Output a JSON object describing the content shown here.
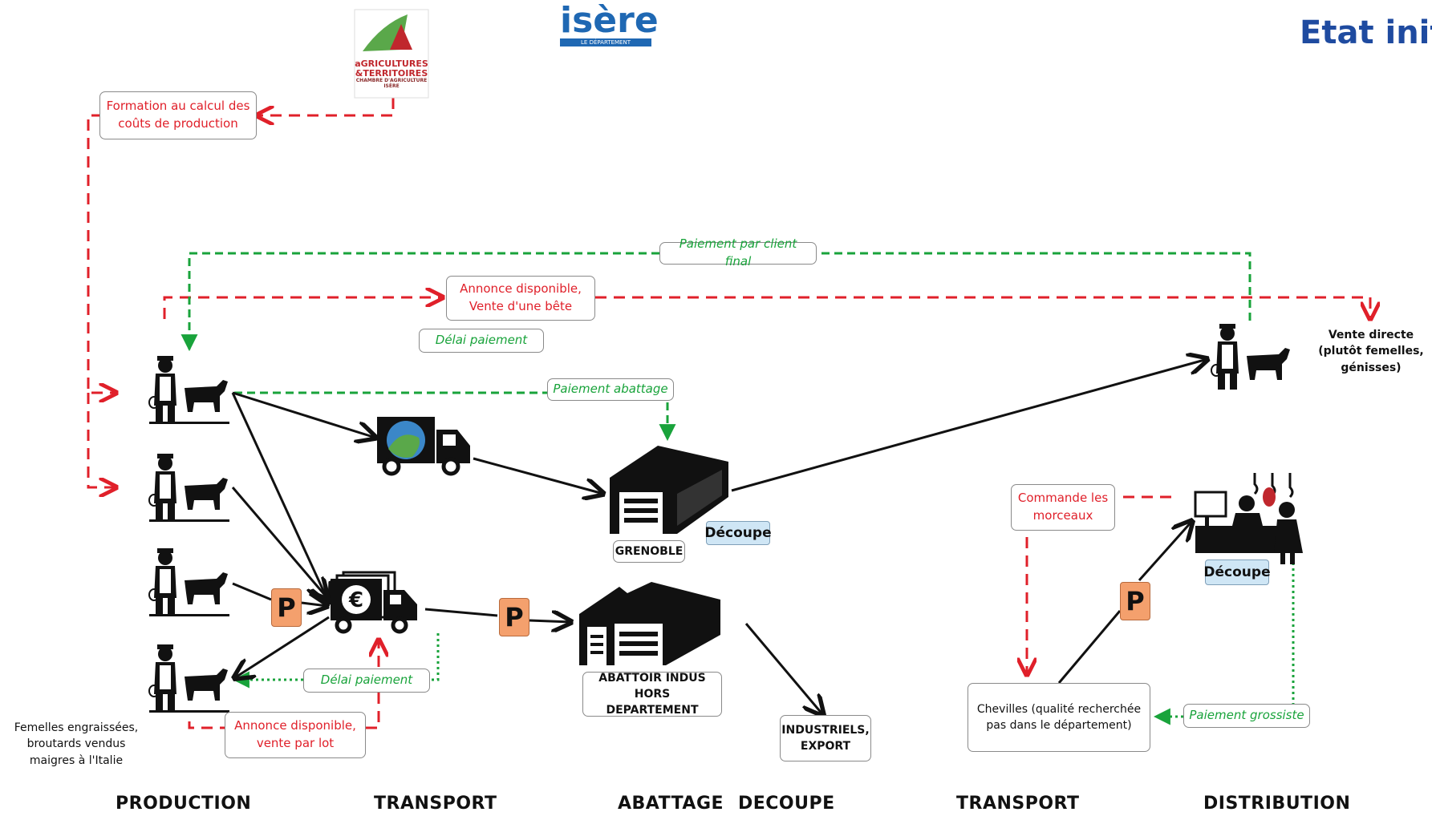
{
  "title": "Etat init",
  "logos": {
    "agriculture": "aGRICULTURES &TERRITOIRES",
    "agriculture_sub": "CHAMBRE D'AGRICULTURE ISÈRE",
    "isere": "isère",
    "isere_sub": "LE DÉPARTEMENT"
  },
  "labels": {
    "formation": "Formation au calcul des coûts de production",
    "paiement_client_final": "Paiement par client final",
    "annonce_vente_bete": "Annonce disponible, Vente d'une bête",
    "delai_paiement_top": "Délai paiement",
    "paiement_abattage": "Paiement abattage",
    "grenoble": "GRENOBLE",
    "decoupe_grenoble": "Découpe",
    "abattoir": "ABATTOIR INDUS HORS DEPARTEMENT",
    "industriels": "INDUSTRIELS, EXPORT",
    "delai_paiement_bottom": "Délai paiement",
    "annonce_vente_lot": "Annonce disponible, vente par lot",
    "femelles": "Femelles engraissées, broutards vendus maigres à l'Italie",
    "vente_directe": "Vente directe (plutôt femelles, génisses)",
    "commande": "Commande les morceaux",
    "decoupe_distribution": "Découpe",
    "chevilles": "Chevilles (qualité recherchée pas dans le département)",
    "paiement_grossiste": "Paiement grossiste",
    "p_badge": "P"
  },
  "stages": [
    "PRODUCTION",
    "TRANSPORT",
    "ABATTAGE",
    "DECOUPE",
    "TRANSPORT",
    "DISTRIBUTION"
  ],
  "colors": {
    "red_flow": "#e0202a",
    "green_flow": "#19a33b",
    "title": "#1f4ba0",
    "badge": "#f4a06d"
  }
}
